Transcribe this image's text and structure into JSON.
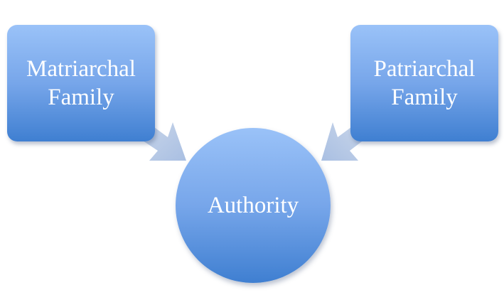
{
  "diagram": {
    "left_box": {
      "line1": "Matriarchal",
      "line2": "Family"
    },
    "right_box": {
      "line1": "Patriarchal",
      "line2": "Family"
    },
    "center": {
      "label": "Authority"
    }
  },
  "colors": {
    "shape_top": "#9ac2f8",
    "shape_bottom": "#3f7fd1",
    "arrow": "#b4c7e4",
    "text": "#ffffff"
  }
}
